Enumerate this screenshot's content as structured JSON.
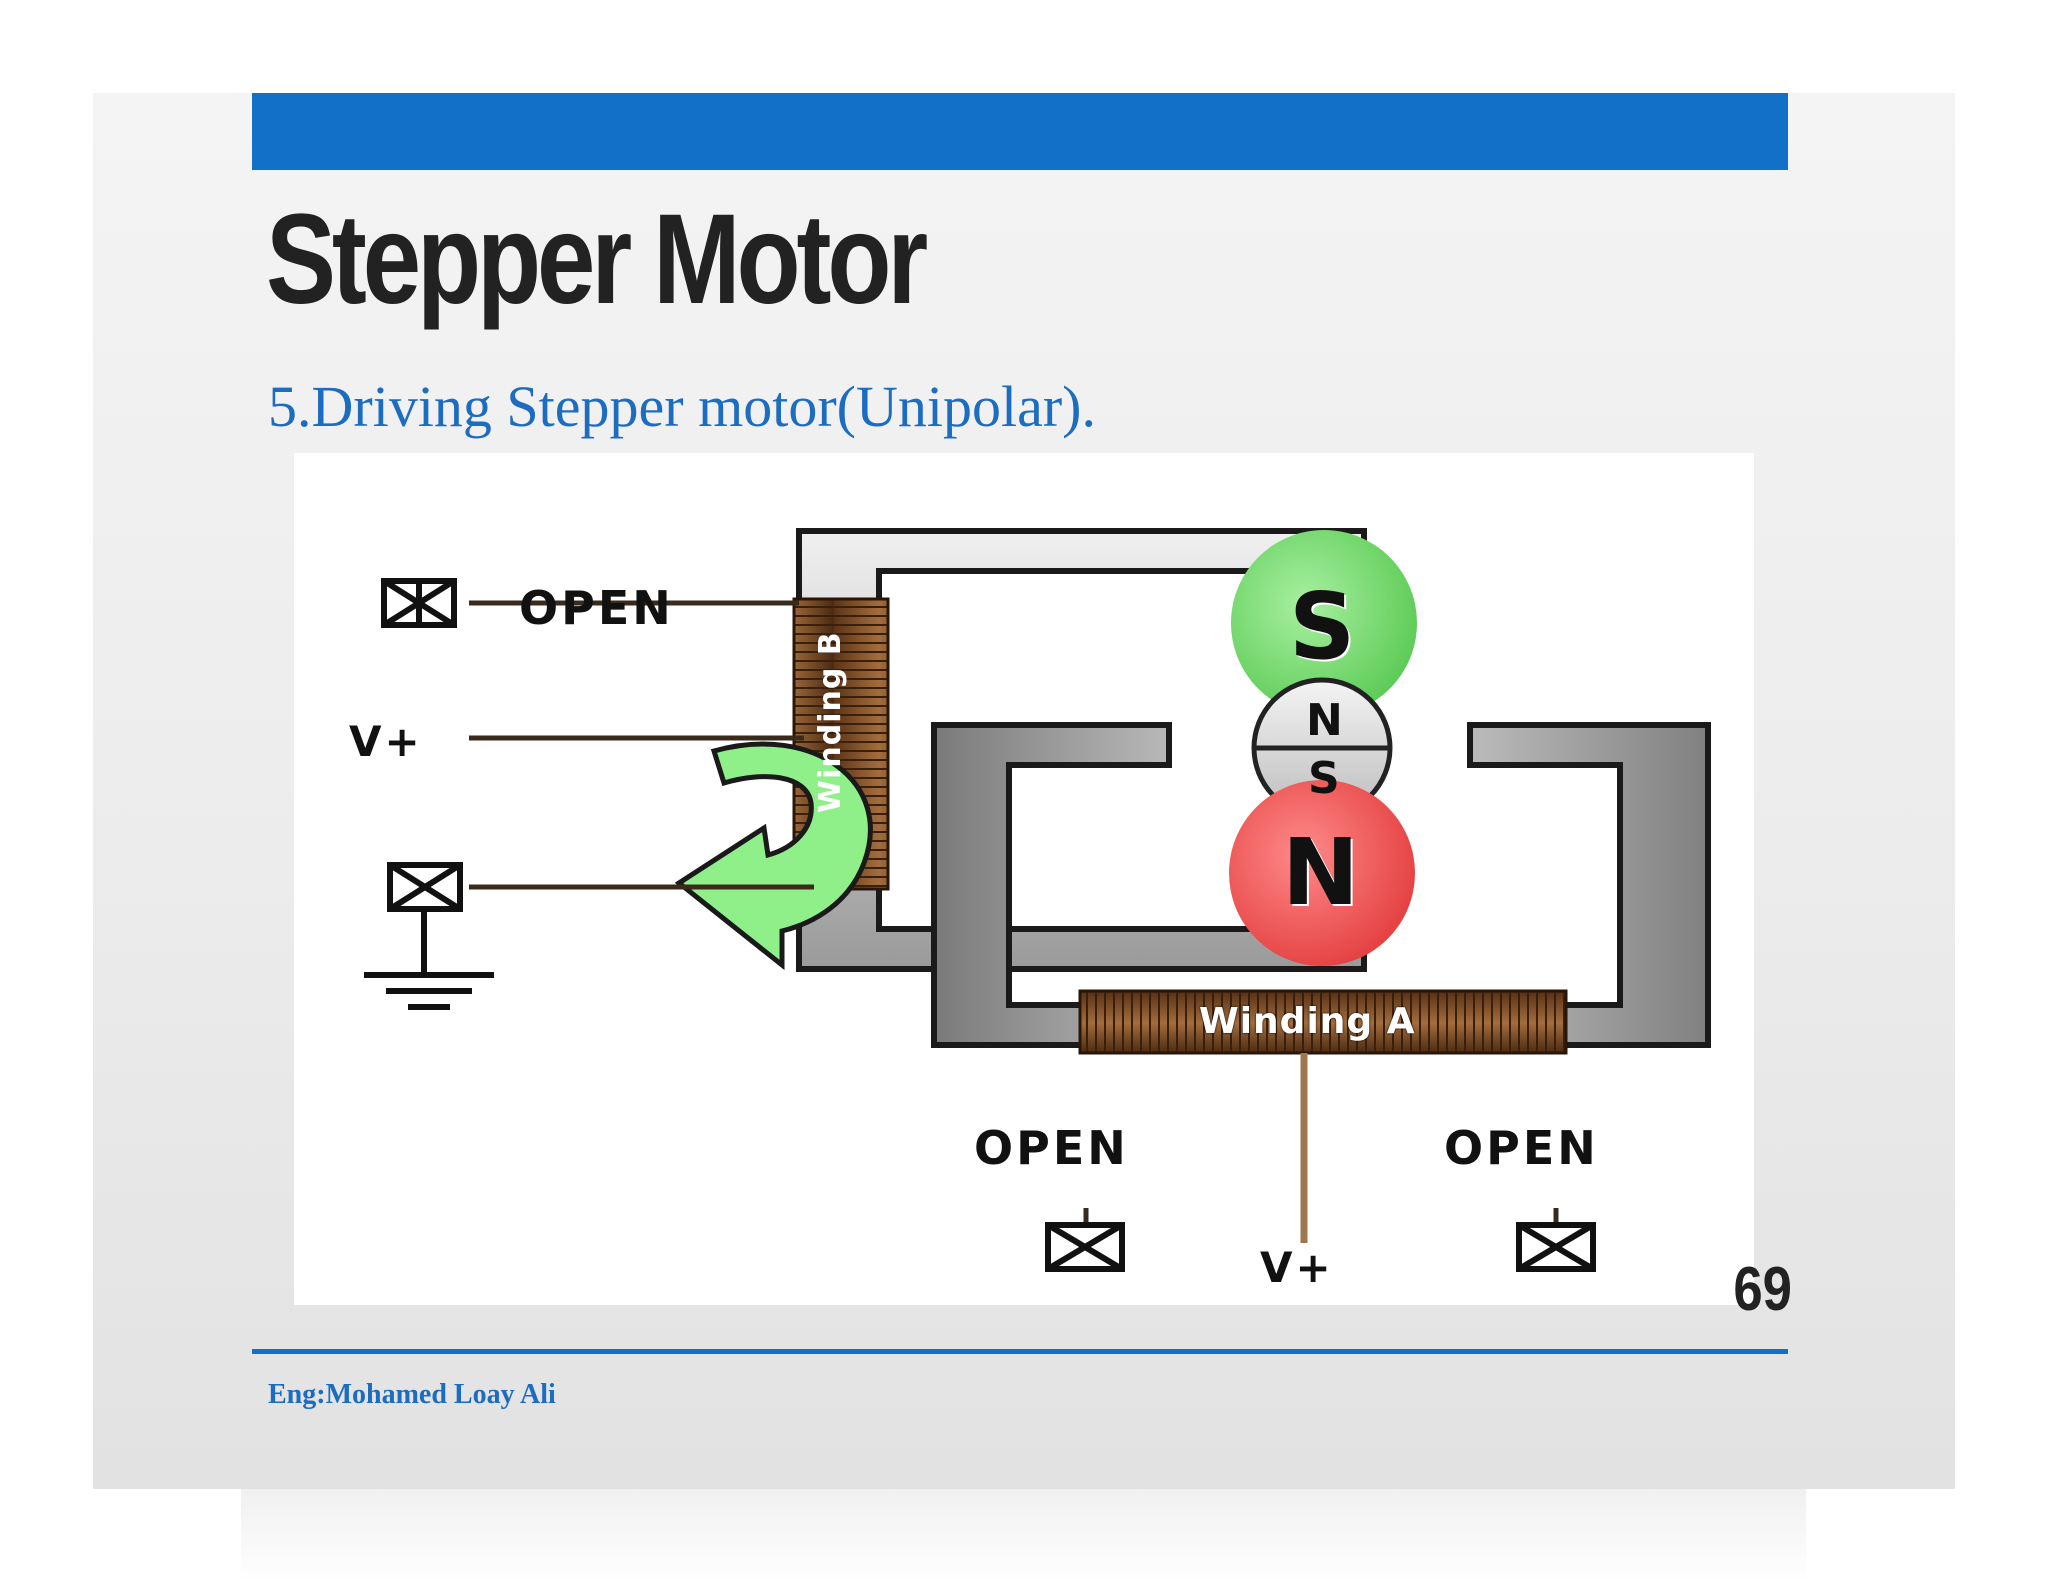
{
  "slide": {
    "title": "Stepper Motor",
    "subtitle": "5.Driving Stepper motor(Unipolar).",
    "page_number": "69",
    "footer": "Eng:Mohamed Loay Ali",
    "accent_color": "#1370c8"
  },
  "diagram": {
    "labels": {
      "open_top": "OPEN",
      "vplus_left": "V+",
      "winding_b": "Winding B",
      "winding_a": "Winding A",
      "open_bottom_left": "OPEN",
      "open_bottom_right": "OPEN",
      "vplus_bottom": "V+"
    },
    "rotor": {
      "top_pole": "S",
      "bottom_pole": "N",
      "magnet_top": "N",
      "magnet_bottom": "S",
      "top_pole_color": "#7fdf78",
      "bottom_pole_color": "#f25a5a"
    },
    "icons": [
      "switch-open-icon",
      "ground-icon",
      "rotation-arrow-icon"
    ]
  }
}
